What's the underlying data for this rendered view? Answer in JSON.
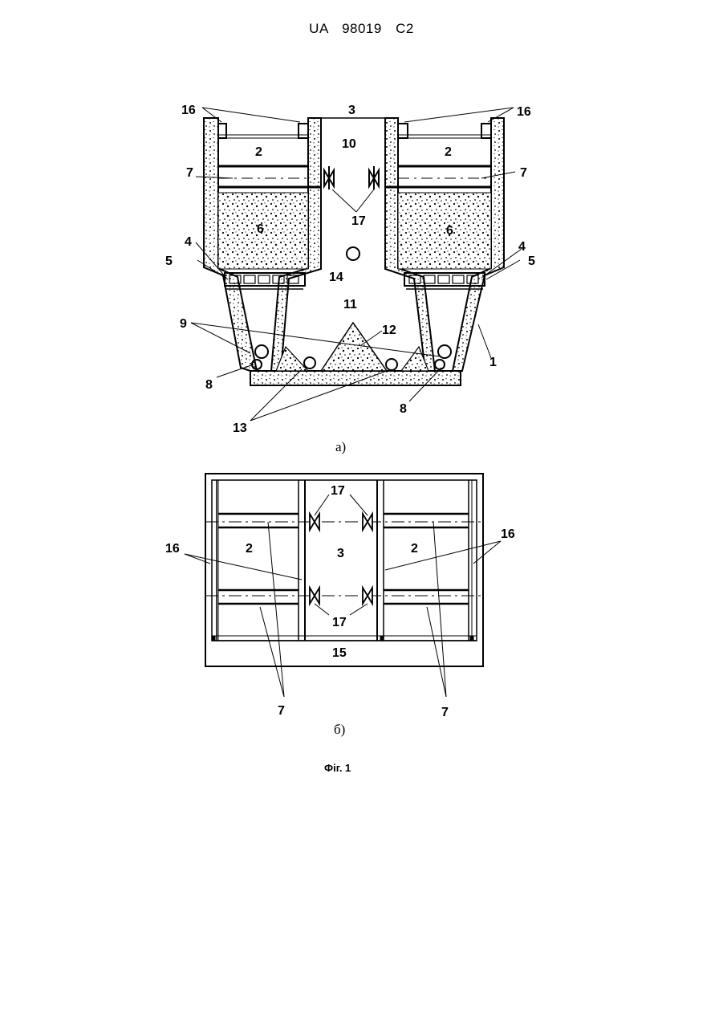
{
  "header": {
    "patent_number": "UA   98019   C2"
  },
  "figure_a": {
    "caption": "а)",
    "labels": {
      "l3": "3",
      "l16_left": "16",
      "l16_right": "16",
      "l10": "10",
      "l2_left": "2",
      "l2_right": "2",
      "l7_left": "7",
      "l7_right": "7",
      "l17": "17",
      "l6_left": "6",
      "l6_right": "6",
      "l4_left": "4",
      "l4_right": "4",
      "l5_left": "5",
      "l5_right": "5",
      "l14": "14",
      "l11": "11",
      "l9": "9",
      "l12": "12",
      "l1": "1",
      "l8_left": "8",
      "l8_right": "8",
      "l13": "13"
    }
  },
  "figure_b": {
    "caption": "б)",
    "labels": {
      "l17_top": "17",
      "l16_left": "16",
      "l16_right": "16",
      "l2_left": "2",
      "l3": "3",
      "l2_right": "2",
      "l17_bottom": "17",
      "l15": "15",
      "l7_left": "7",
      "l7_right": "7"
    }
  },
  "figure_caption": "Фіг. 1"
}
